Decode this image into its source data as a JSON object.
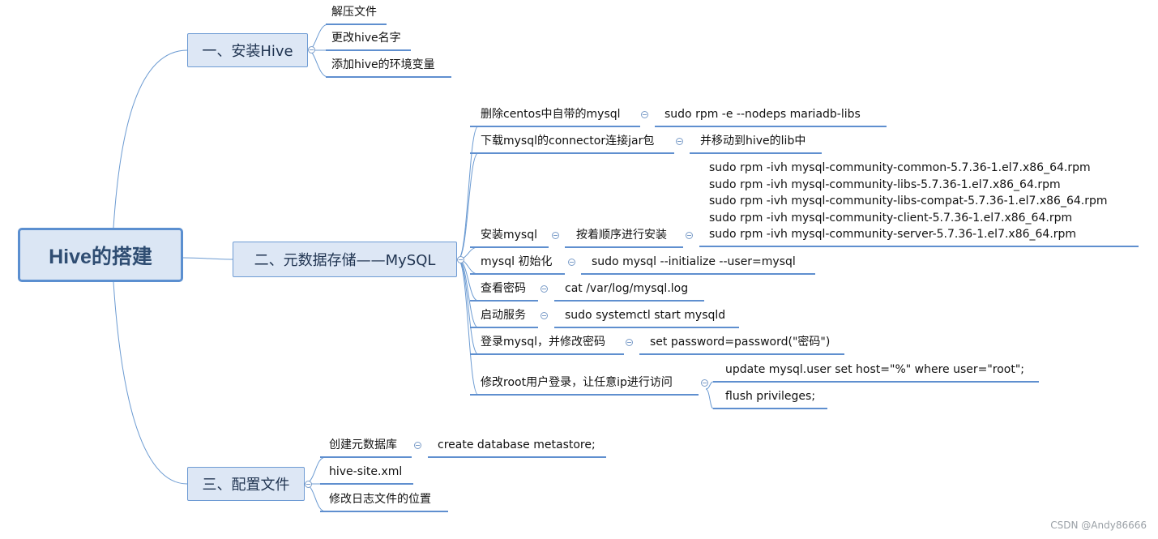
{
  "root": {
    "label": "Hive的搭建"
  },
  "branches": [
    {
      "label": "一、安装Hive",
      "children": [
        {
          "label": "解压文件"
        },
        {
          "label": "更改hive名字"
        },
        {
          "label": "添加hive的环境变量"
        }
      ]
    },
    {
      "label": "二、元数据存储——MySQL",
      "children": [
        {
          "label": "删除centos中自带的mysql",
          "detail": "sudo rpm -e --nodeps mariadb-libs"
        },
        {
          "label": "下载mysql的connector连接jar包",
          "detail": "并移动到hive的lib中"
        },
        {
          "label": "安装mysql",
          "sub": "按着顺序进行安装",
          "details": [
            "sudo rpm -ivh mysql-community-common-5.7.36-1.el7.x86_64.rpm",
            "sudo rpm -ivh mysql-community-libs-5.7.36-1.el7.x86_64.rpm",
            "sudo rpm -ivh mysql-community-libs-compat-5.7.36-1.el7.x86_64.rpm",
            "sudo rpm -ivh mysql-community-client-5.7.36-1.el7.x86_64.rpm",
            "sudo rpm -ivh mysql-community-server-5.7.36-1.el7.x86_64.rpm"
          ]
        },
        {
          "label": "mysql 初始化",
          "detail": "sudo mysql --initialize --user=mysql"
        },
        {
          "label": "查看密码",
          "detail": "cat /var/log/mysql.log"
        },
        {
          "label": "启动服务",
          "detail": "sudo systemctl start mysqld"
        },
        {
          "label": "登录mysql，并修改密码",
          "detail": "set password=password(\"密码\")"
        },
        {
          "label": "修改root用户登录，让任意ip进行访问",
          "details": [
            "update mysql.user set host=\"%\" where user=\"root\";",
            "flush privileges;"
          ]
        }
      ]
    },
    {
      "label": "三、配置文件",
      "children": [
        {
          "label": "创建元数据库",
          "detail": "create database metastore;"
        },
        {
          "label": "hive-site.xml"
        },
        {
          "label": "修改日志文件的位置"
        }
      ]
    }
  ],
  "watermark": "CSDN @Andy86666"
}
